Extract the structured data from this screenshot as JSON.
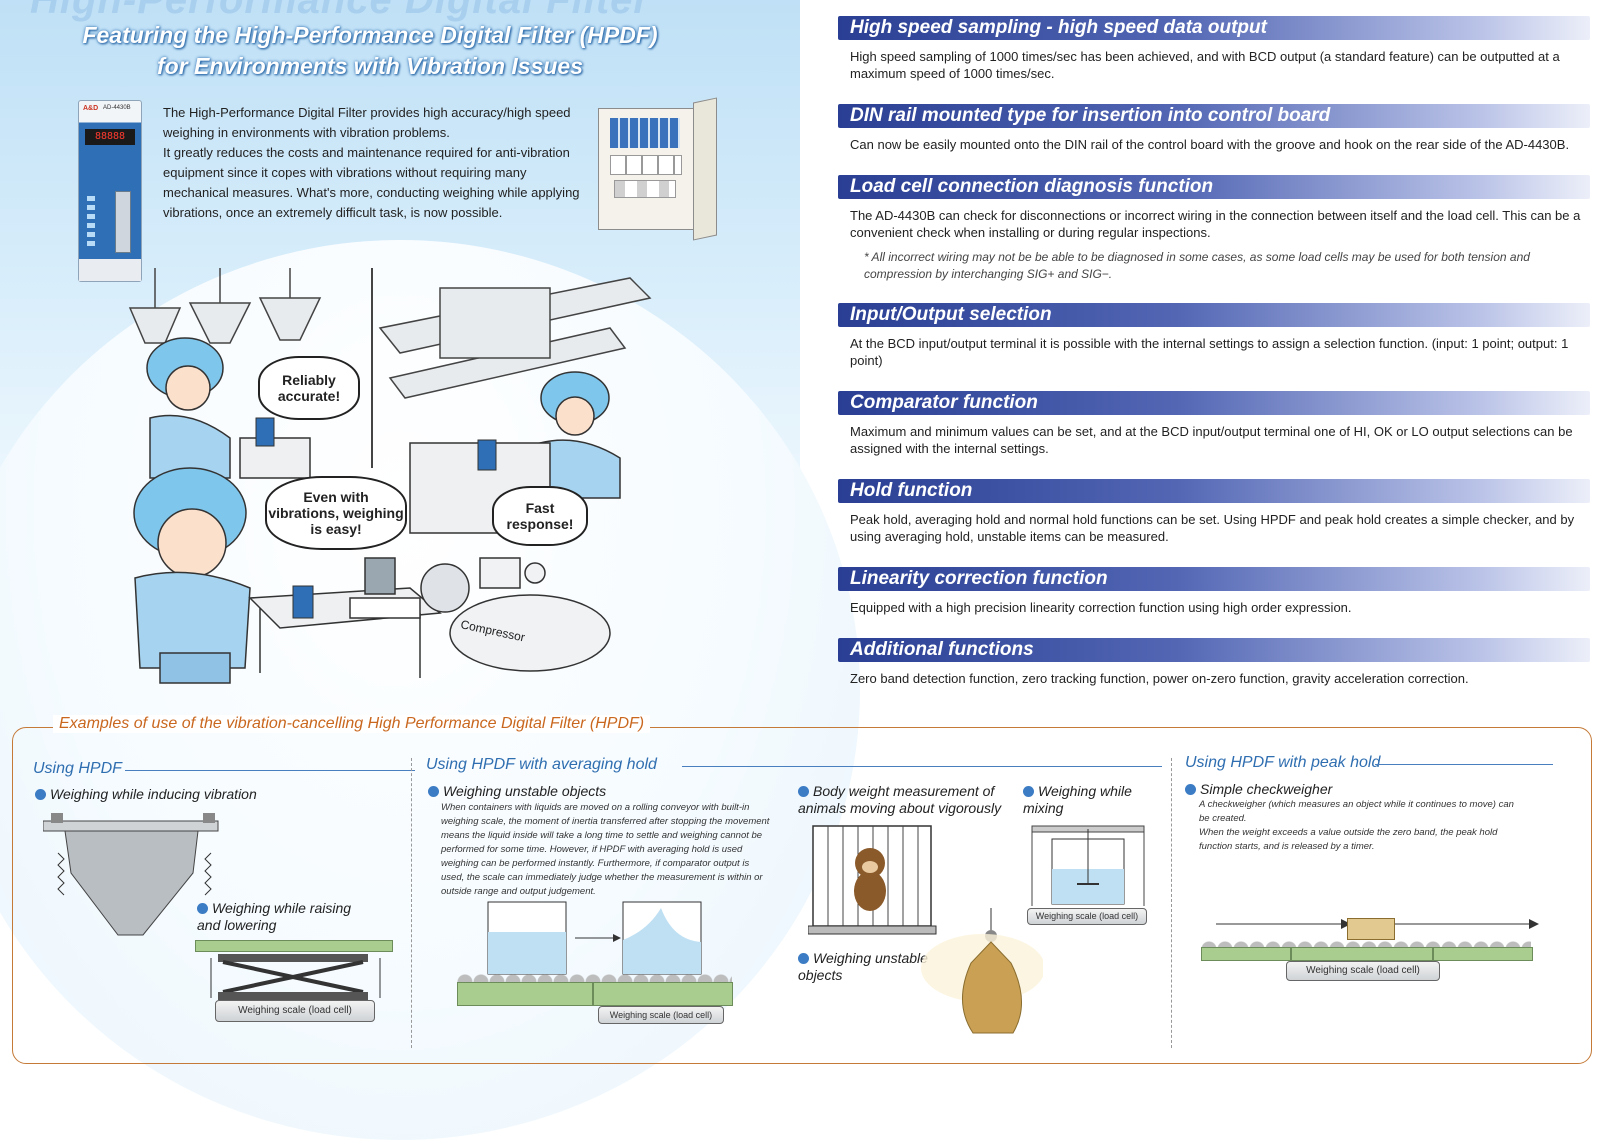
{
  "header": {
    "ghost_title": "High-Performance Digital Filter",
    "headline_line1": "Featuring the High-Performance Digital Filter (HPDF)",
    "headline_line2": "for Environments with Vibration Issues"
  },
  "intro": {
    "p1": "The High-Performance Digital Filter provides high accuracy/high speed weighing in environments with vibration problems.",
    "p2": "It greatly reduces the costs and maintenance required for anti-vibration equipment since it copes with vibrations without requiring many mechanical measures. What's more, conducting weighing while applying vibrations, once an extremely difficult task, is now possible."
  },
  "device": {
    "brand": "A&D",
    "model": "AD-4430B",
    "display": "88888"
  },
  "illustration": {
    "bubble1": "Reliably accurate!",
    "bubble2": "Even with vibrations, weighing is easy!",
    "bubble3": "Fast response!",
    "compressor_label": "Compressor"
  },
  "features": [
    {
      "title": "High speed sampling - high speed data output",
      "text": "High speed sampling of 1000 times/sec has been achieved, and with BCD output (a standard feature) can be outputted at a maximum speed of 1000 times/sec.",
      "note": ""
    },
    {
      "title": "DIN rail mounted type for insertion into control board",
      "text": "Can now be easily mounted onto the DIN rail of the control board with the groove and hook on the rear side of the AD-4430B.",
      "note": ""
    },
    {
      "title": "Load cell connection diagnosis function",
      "text": "The AD-4430B can check for disconnections or incorrect wiring in the connection between itself and the load cell. This can be a convenient check when installing or during regular inspections.",
      "note": "* All incorrect wiring may not be be able to be diagnosed in some cases, as some load cells may be used for both tension and compression by interchanging SIG+ and SIG−."
    },
    {
      "title": "Input/Output selection",
      "text": "At the BCD input/output terminal it is possible with the internal settings to assign a selection function. (input: 1 point; output: 1 point)",
      "note": ""
    },
    {
      "title": "Comparator function",
      "text": "Maximum and minimum values can be set, and at the BCD input/output terminal one of HI, OK or LO output selections can be assigned with the internal settings.",
      "note": ""
    },
    {
      "title": "Hold function",
      "text": "Peak hold, averaging hold and normal hold functions can be set. Using HPDF and peak hold creates a simple checker, and by using averaging hold, unstable items can be measured.",
      "note": ""
    },
    {
      "title": "Linearity correction function",
      "text": "Equipped with a high precision linearity correction function using high order expression.",
      "note": ""
    },
    {
      "title": "Additional functions",
      "text": "Zero band detection function, zero tracking function, power on-zero function, gravity acceleration correction.",
      "note": ""
    }
  ],
  "examples": {
    "title": "Examples of use of the vibration-cancelling High Performance Digital Filter (HPDF)",
    "col1": {
      "heading": "Using HPDF",
      "bullet1": "Weighing while inducing vibration",
      "bullet2": "Weighing while raising and lowering",
      "scale_label": "Weighing scale (load cell)"
    },
    "col2": {
      "heading": "Using HPDF with averaging hold",
      "bullet1": "Weighing unstable objects",
      "desc": "When containers with liquids are moved on a rolling conveyor with built-in weighing scale, the moment of inertia transferred after stopping the movement means the liquid inside will take a long time to settle and weighing cannot be performed for some time. However, if HPDF with averaging hold is used weighing can be performed instantly. Furthermore, if comparator output is used, the scale can immediately judge whether the measurement is within or outside range and output judgement.",
      "scale_label": "Weighing scale (load cell)",
      "bullet2": "Body weight measurement of animals moving about vigorously",
      "bullet3": "Weighing while mixing",
      "bullet4": "Weighing unstable objects",
      "scale_label2": "Weighing scale (load cell)"
    },
    "col3": {
      "heading": "Using HPDF with peak hold",
      "bullet1": "Simple checkweigher",
      "desc1": "A checkweigher (which measures an object while it continues to move) can be created.",
      "desc2": "When the weight exceeds a value outside the zero band, the peak hold function starts, and is released by a timer.",
      "scale_label": "Weighing scale (load cell)"
    }
  },
  "colors": {
    "feature_bar": "#2a3f93",
    "accent_orange": "#c9671f",
    "accent_blue": "#2f6eb0"
  }
}
